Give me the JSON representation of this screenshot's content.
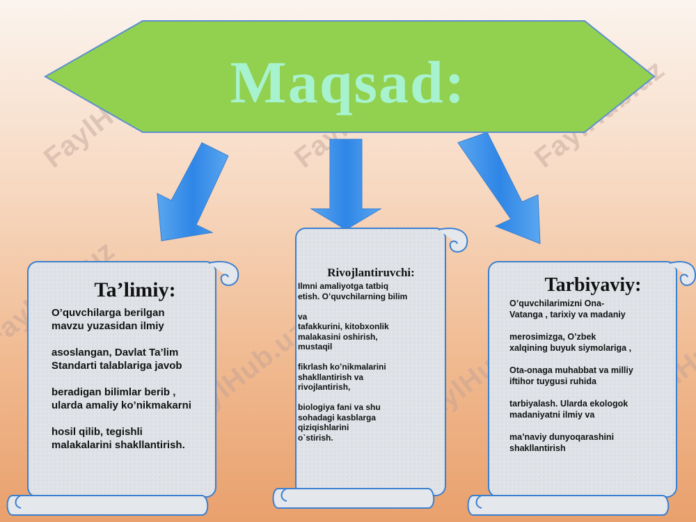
{
  "title": "Maqsad:",
  "watermark": "FaylHub.uz",
  "colors": {
    "banner": "#92d050",
    "arrow": "#3d8ee8",
    "title_text": "#a8f3cf",
    "scroll": "#dde1e6"
  },
  "scrolls": [
    {
      "heading": "Ta’limiy:",
      "body": "O’quvchilarga berilgan\nmavzu yuzasidan ilmiy\n\nasoslangan, Davlat Ta’lim\nStandarti talablariga javob\n\nberadigan bilimlar berib ,\nularda amaliy ko’nikmakarni\n\nhosil qilib, tegishli\nmalakalarini  shakllantirish."
    },
    {
      "heading": "Rivojlantiruvchi:",
      "body": "Ilmni amaliyotga tatbiq\netish. O’quvchilarning bilim\n\n                                      va\ntafakkurini, kitobxonlik\nmalakasini oshirish,\nmustaqil\n\nfikrlash ko’nikmalarini\nshakllantirish va\nrivojlantirish,\n\nbiologiya  fani va shu\nsohadagi kasblarga\nqiziqishlarini\n                   o`stirish."
    },
    {
      "heading": "Tarbiyaviy:",
      "body": "O’quvchilarimizni Ona-\nVatanga , tarixiy va madaniy\n\nmerosimizga, O’zbek\nxalqining buyuk siymolariga ,\n\nOta-onaga muhabbat va milliy\niftihor tuygusi ruhida\n\ntarbiyalash. Ularda ekologok\nmadaniyatni ilmiy va\n\nma’naviy dunyoqarashini\nshakllantirish"
    }
  ]
}
